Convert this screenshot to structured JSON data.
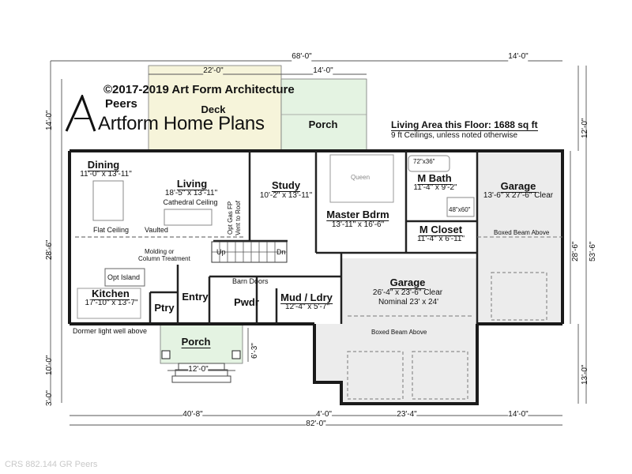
{
  "copyright": {
    "line1": "©2017-2019 Art Form Architecture",
    "line2": "Peers"
  },
  "brand": "Artform Home Plans",
  "living_area": {
    "title": "Living Area this Floor: 1688 sq ft",
    "note": "9 ft Ceilings, unless noted otherwise"
  },
  "rooms": {
    "deck": {
      "name": "Deck"
    },
    "porch_rear": {
      "name": "Porch"
    },
    "dining": {
      "name": "Dining",
      "size": "11'-0\" x 13'-11\""
    },
    "living": {
      "name": "Living",
      "size": "18'-5\" x 13'-11\"",
      "note": "Cathedral Ceiling"
    },
    "study": {
      "name": "Study",
      "size": "10'-2\" x 13'-11\""
    },
    "master_bdrm": {
      "name": "Master Bdrm",
      "size": "13'-11\" x 16'-6\""
    },
    "m_bath": {
      "name": "M Bath",
      "size": "11'-4\" x 9'-2\""
    },
    "m_closet": {
      "name": "M Closet",
      "size": "11'-4\" x 6'-11\""
    },
    "garage_small": {
      "name": "Garage",
      "size": "13'-6\" x 27'-6\" Clear"
    },
    "garage_large": {
      "name": "Garage",
      "size": "26'-4\" x 23'-6\" Clear",
      "nominal": "Nominal 23' x 24'"
    },
    "kitchen": {
      "name": "Kitchen",
      "size": "17'-10\" x 13'-7\""
    },
    "ptry": {
      "name": "Ptry"
    },
    "entry": {
      "name": "Entry"
    },
    "pwdr": {
      "name": "Pwdr"
    },
    "mud_ldry": {
      "name": "Mud / Ldry",
      "size": "12'-4\" x 5'-7\""
    },
    "porch_front": {
      "name": "Porch"
    }
  },
  "labels": {
    "flat_ceiling": "Flat Ceiling",
    "vaulted": "Vaulted",
    "fireplace_1": "Opt Gas FP",
    "fireplace_2": "Vent to Roof",
    "molding_1": "Molding or",
    "molding_2": "Column Treatment",
    "opt_island": "Opt Island",
    "barn_doors": "Barn Doors",
    "boxed_beam_1": "Boxed Beam Above",
    "boxed_beam_2": "Boxed Beam Above",
    "dormer": "Dormer light well above",
    "shower": "72\"x36\"",
    "tub": "48\"x60\"",
    "queen": "Queen",
    "up": "Up",
    "dn": "Dn"
  },
  "dimensions": {
    "top_overall": "68'-0\"",
    "top_right": "14'-0\"",
    "deck_width": "22'-0\"",
    "porch_width": "14'-0\"",
    "left_top": "14'-0\"",
    "left_main": "28'-6\"",
    "left_porch": "10'-0\"",
    "left_step": "3'-0\"",
    "right_top": "12'-0\"",
    "right_inner": "28'-6\"",
    "right_overall": "53'-6\"",
    "right_bottom": "13'-0\"",
    "bottom_1": "40'-8\"",
    "bottom_2": "4'-0\"",
    "bottom_3": "23'-4\"",
    "bottom_4": "14'-0\"",
    "bottom_overall": "82'-0\"",
    "porch_depth": "6'-3\"",
    "porch_front_width": "12'-0\""
  },
  "footer": "CRS 882.144 GR Peers"
}
